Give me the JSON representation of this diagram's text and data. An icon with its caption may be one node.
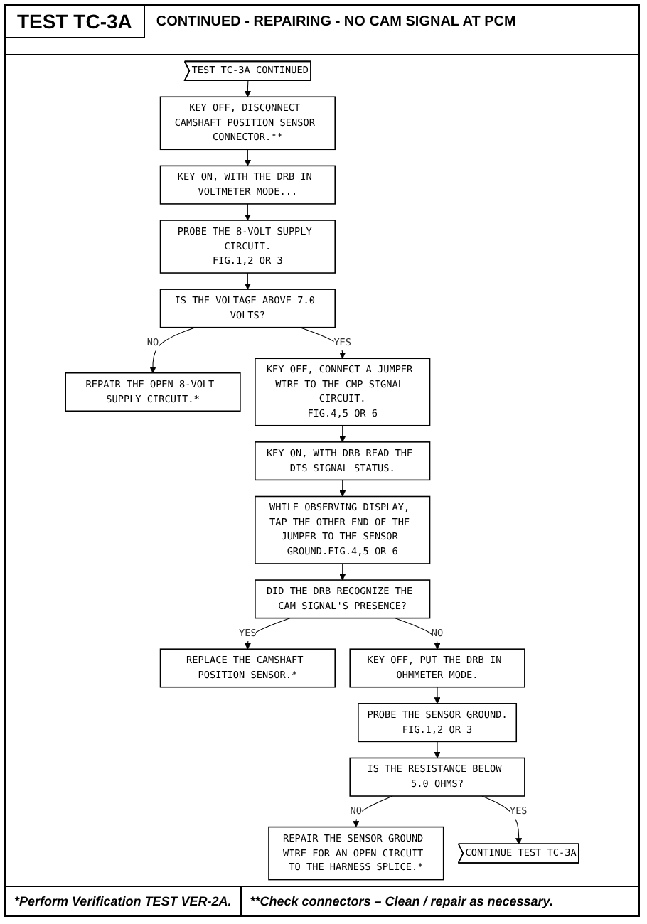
{
  "diagram": {
    "title": "TEST TC-3A",
    "nodes": [
      {
        "text": [
          "TEST TC-3A CONTINUED"
        ]
      },
      {
        "text": [
          "KEY OFF, DISCONNECT CAMSHAFT POSITION SENSOR CONNECTOR.**"
        ]
      },
      {
        "text": [
          "KEY ON, WITH THE DRB IN VOLTMETER MODE..."
        ]
      },
      {
        "text": [
          "PROBE THE 8-VOLT SUPPLY CIRCUIT.",
          "FIG.1,2 OR 3"
        ]
      },
      {
        "text": [
          "IS THE VOLTAGE ABOVE 7.0 VOLTS?"
        ]
      },
      {
        "text": [
          "REPAIR THE OPEN 8-VOLT SUPPLY CIRCUIT.*"
        ]
      },
      {
        "text": [
          "KEY OFF, CONNECT A JUMPER WIRE TO THE CMP SIGNAL CIRCUIT.",
          "FIG.4,5 OR 6"
        ]
      },
      {
        "text": [
          "KEY ON, WITH DRB READ THE DIS SIGNAL STATUS."
        ]
      },
      {
        "text": [
          "WHILE OBSERVING DISPLAY, TAP THE OTHER END OF THE JUMPER TO THE SENSOR GROUND.FIG.4,5 OR 6"
        ]
      },
      {
        "text": [
          "DID THE DRB RECOGNIZE THE CAM SIGNAL'S PRESENCE?"
        ]
      },
      {
        "text": [
          "REPLACE THE CAMSHAFT POSITION SENSOR.*"
        ]
      },
      {
        "text": [
          "KEY OFF, PUT THE DRB IN OHMMETER MODE."
        ]
      },
      {
        "text": [
          "PROBE THE SENSOR GROUND.",
          "FIG.1,2 OR 3"
        ]
      },
      {
        "text": [
          "IS THE RESISTANCE BELOW 5.0 OHMS?"
        ]
      },
      {
        "text": [
          "REPAIR THE SENSOR GROUND WIRE FOR AN OPEN CIRCUIT TO THE HARNESS SPLICE.*"
        ]
      },
      {
        "text": [
          "CONTINUE TEST TC-3A"
        ]
      }
    ],
    "edges": [
      {
        "from": 0,
        "to": 1,
        "arrow": "to"
      },
      {
        "from": 1,
        "to": 2,
        "arrow": "to"
      },
      {
        "from": 2,
        "to": 3,
        "arrow": "to"
      },
      {
        "from": 3,
        "to": 4,
        "arrow": "to"
      },
      {
        "from": 4,
        "to": 5,
        "arrow": "to",
        "label": "NO"
      },
      {
        "from": 4,
        "to": 6,
        "arrow": "to",
        "label": "YES"
      },
      {
        "from": 6,
        "to": 7,
        "arrow": "to"
      },
      {
        "from": 7,
        "to": 8,
        "arrow": "to"
      },
      {
        "from": 8,
        "to": 9,
        "arrow": "to"
      },
      {
        "from": 9,
        "to": 10,
        "arrow": "to",
        "label": "YES"
      },
      {
        "from": 9,
        "to": 11,
        "arrow": "to",
        "label": "NO"
      },
      {
        "from": 11,
        "to": 12,
        "arrow": "to"
      },
      {
        "from": 12,
        "to": 13,
        "arrow": "to"
      },
      {
        "from": 13,
        "to": 14,
        "arrow": "to",
        "label": "NO"
      },
      {
        "from": 13,
        "to": 15,
        "arrow": "to",
        "label": "YES"
      }
    ],
    "labels": [
      "CONTINUED - REPAIRING - NO CAM SIGNAL AT PCM",
      "*Perform Verification TEST VER-2A.",
      "**Check connectors – Clean / repair as necessary."
    ]
  }
}
